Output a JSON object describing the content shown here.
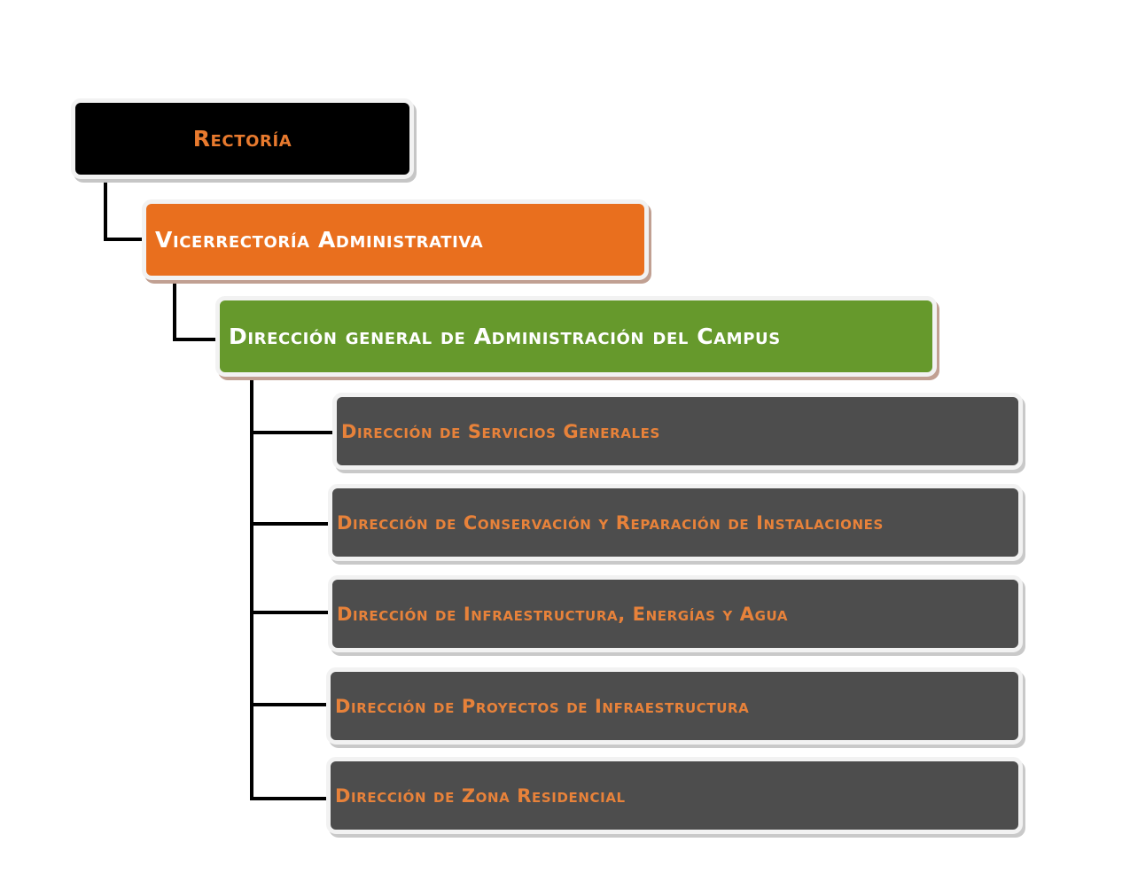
{
  "org_chart": {
    "root": {
      "label": "Rectoría",
      "color": "#000000",
      "text_color": "#e87a2e"
    },
    "level1": {
      "label": "Vicerrectoría Administrativa",
      "color": "#e96f1e",
      "text_color": "#ffffff"
    },
    "level2": {
      "label": "Dirección general de Administración del Campus",
      "color": "#66992c",
      "text_color": "#ffffff"
    },
    "children_color": "#4d4d4d",
    "children_text_color": "#e8823a",
    "children": [
      {
        "label": "Dirección de Servicios Generales"
      },
      {
        "label": "Dirección de Conservación y Reparación de Instalaciones"
      },
      {
        "label": "Dirección de Infraestructura, Energías y Agua"
      },
      {
        "label": "Dirección de Proyectos de Infraestructura"
      },
      {
        "label": "Dirección de Zona Residencial"
      }
    ]
  }
}
